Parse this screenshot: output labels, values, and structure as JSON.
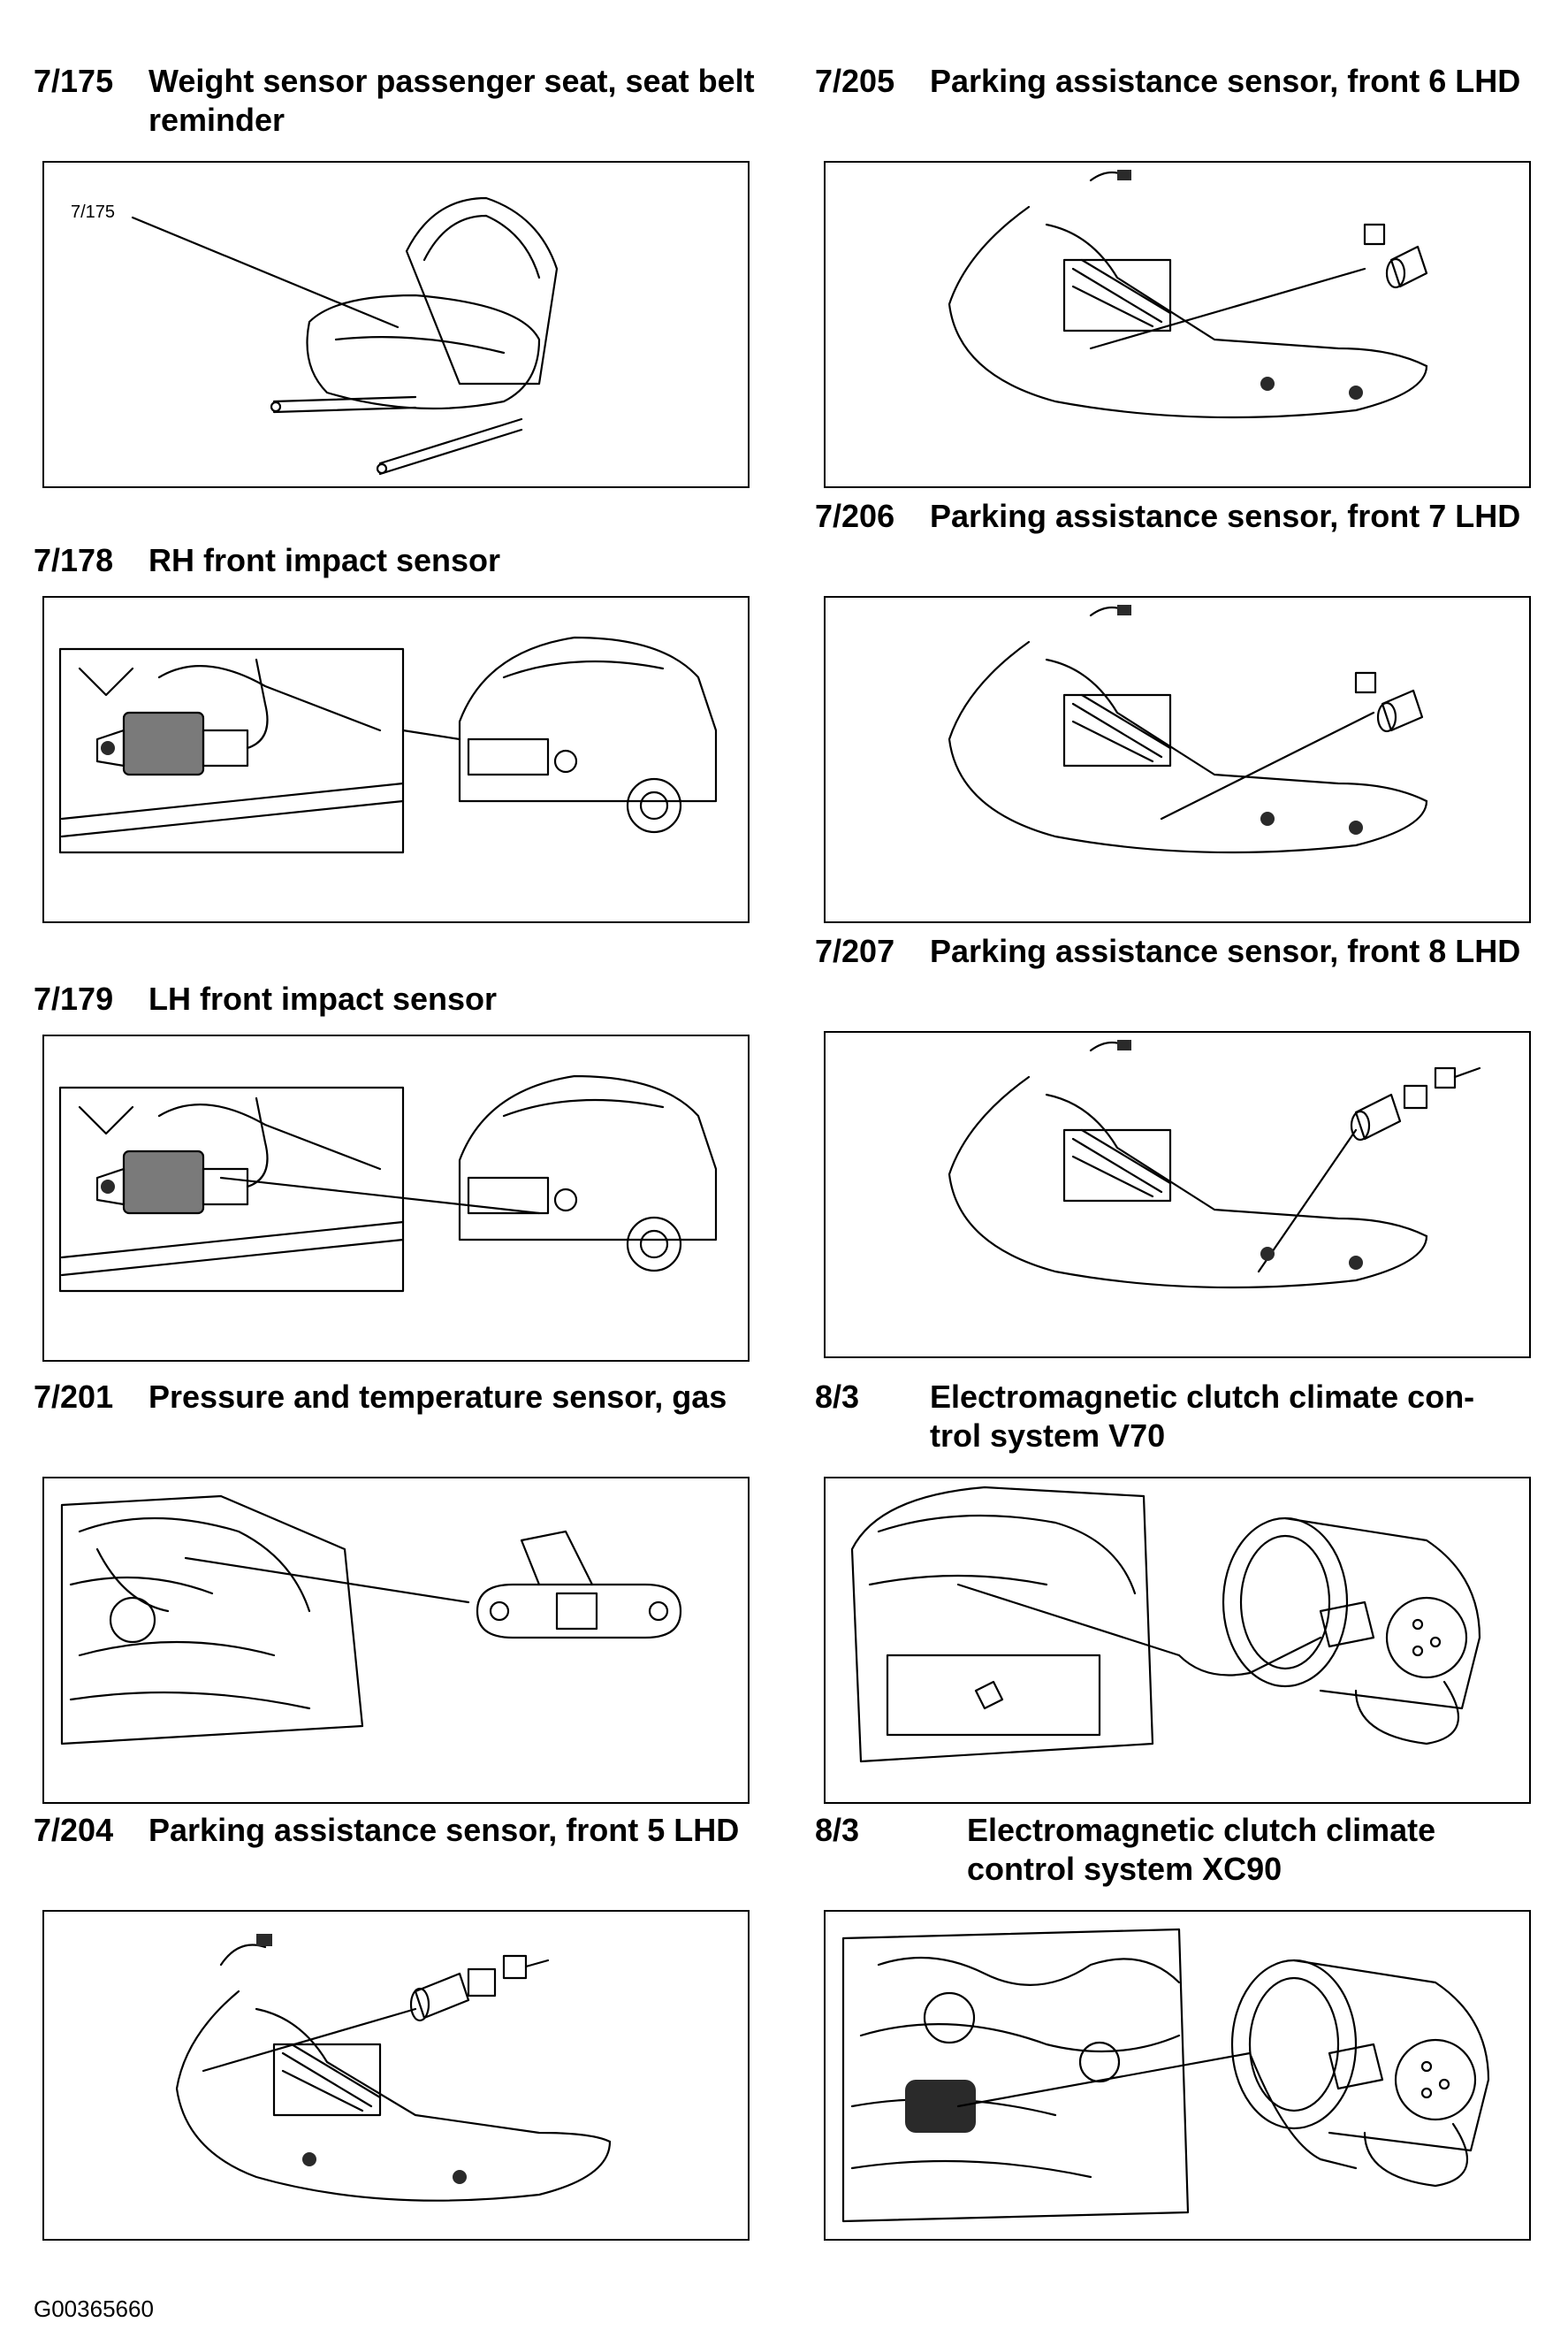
{
  "doc_id": "G00365660",
  "components": [
    {
      "id": "7/175",
      "title": "Weight sensor passenger seat, seat belt reminder",
      "callout": "7/175"
    },
    {
      "id": "7/178",
      "title": "RH front impact sensor"
    },
    {
      "id": "7/179",
      "title": "LH front impact sensor"
    },
    {
      "id": "7/201",
      "title": "Pressure and temperature sensor, gas"
    },
    {
      "id": "7/204",
      "title": "Parking assistance sensor, front 5 LHD"
    },
    {
      "id": "7/205",
      "title": "Parking assistance sensor, front 6 LHD"
    },
    {
      "id": "7/206",
      "title": "Parking assistance sensor, front 7 LHD"
    },
    {
      "id": "7/207",
      "title": "Parking assistance sensor, front 8 LHD"
    },
    {
      "id": "8/3",
      "title": "Electromagnetic clutch climate con-\ntrol system V70"
    },
    {
      "id": "8/3",
      "title": "Electromagnetic clutch climate\ncontrol system XC90"
    }
  ]
}
